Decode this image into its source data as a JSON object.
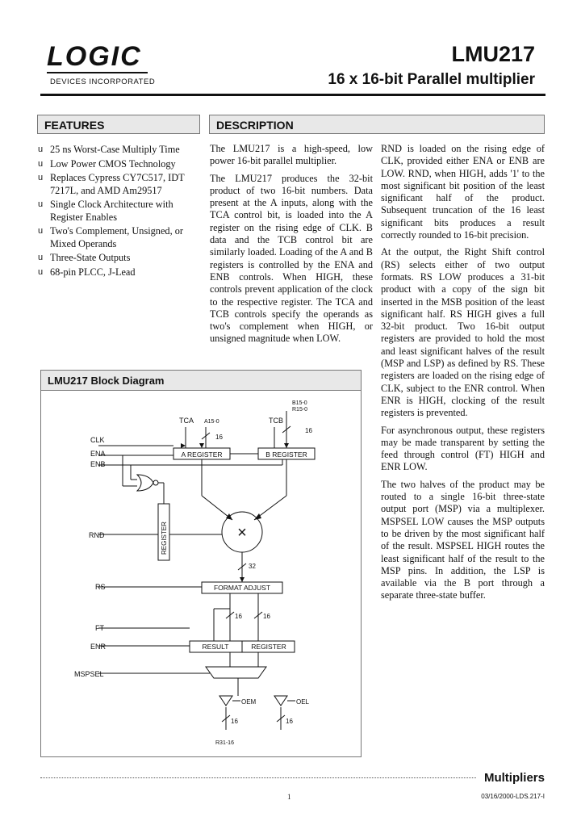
{
  "header": {
    "logo": "LOGIC",
    "logo_sub": "DEVICES INCORPORATED",
    "part_number": "LMU217",
    "subtitle": "16 x 16-bit Parallel multiplier"
  },
  "features": {
    "heading": "FEATURES",
    "bullet": "u",
    "items": [
      "25 ns Worst-Case Multiply Time",
      "Low Power CMOS Technology",
      "Replaces Cypress CY7C517, IDT 7217L, and AMD Am29517",
      "Single Clock Architecture with Register Enables",
      "Two's Complement, Unsigned, or Mixed Operands",
      "Three-State Outputs",
      "68-pin PLCC, J-Lead"
    ]
  },
  "description": {
    "heading": "DESCRIPTION",
    "col1": [
      "The LMU217 is a high-speed, low power 16-bit parallel multiplier.",
      "The LMU217 produces the 32-bit product of two 16-bit numbers. Data present at the A inputs, along with the TCA control bit, is loaded into the A register on the rising edge of CLK. B data and the TCB control bit are similarly loaded. Loading of the A and B registers is controlled by the ENA and ENB controls. When HIGH, these controls prevent application of the clock to the respective register. The TCA and TCB controls specify the operands as two's complement when HIGH, or unsigned magnitude when LOW."
    ],
    "col2": [
      "RND is loaded on the rising edge of CLK, provided either ENA or ENB are LOW. RND, when HIGH, adds '1' to the most significant bit position of the least significant half of the product. Subsequent truncation of the 16 least significant bits produces a result correctly rounded to 16-bit precision.",
      "At the output, the Right Shift control (RS) selects either of two output formats. RS LOW produces a 31-bit product with a copy of the sign bit inserted in the MSB position of the least significant half. RS HIGH gives a full 32-bit product. Two 16-bit output registers are provided to hold the most and least significant halves of the result (MSP and LSP) as defined by RS. These registers are loaded on the rising edge of CLK, subject to the ENR control. When ENR is HIGH, clocking of the result registers is prevented.",
      "For asynchronous output, these registers may be made transparent by setting the feed through control (FT) HIGH and ENR LOW.",
      "The two halves of the product may be routed to a single 16-bit three-state output port (MSP) via a multiplexer. MSPSEL LOW causes the MSP outputs to be driven by the most significant half of the result. MSPSEL HIGH routes the least significant half of the result to the MSP pins. In addition, the LSP is available via the B port through a separate three-state buffer."
    ]
  },
  "diagram": {
    "title": "LMU217 Block Diagram",
    "labels": {
      "tca": "TCA",
      "a_bus": "A15-0",
      "tcb": "TCB",
      "b_bus": "B15-0",
      "r_bus": "R15-0",
      "clk": "CLK",
      "ena": "ENA",
      "enb": "ENB",
      "rnd": "RND",
      "rs": "RS",
      "ft": "FT",
      "enr": "ENR",
      "mspsel": "MSPSEL",
      "a_reg": "A REGISTER",
      "b_reg": "B REGISTER",
      "register_v": "REGISTER",
      "format_adjust": "FORMAT ADJUST",
      "result": "RESULT",
      "register": "REGISTER",
      "oem": "OEM",
      "oel": "OEL",
      "w16": "16",
      "w32": "32",
      "out_bus": "R31-16",
      "multiply": "×"
    }
  },
  "footer": {
    "category": "Multipliers",
    "page": "1",
    "code": "03/16/2000-LDS.217-I"
  }
}
